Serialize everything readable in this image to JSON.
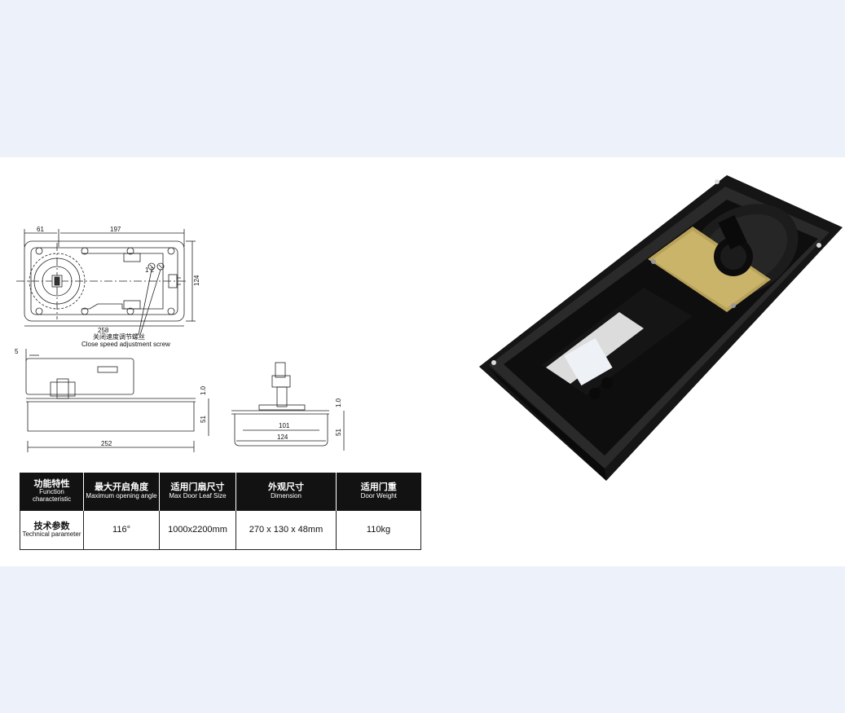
{
  "drawing": {
    "dim_top_left": "61",
    "dim_top_span": "197",
    "dim_height": "124",
    "dim_overall_length": "258",
    "screw_markers": "1 2",
    "callout_zh": "关闭速度调节螺丝",
    "callout_en": "Close speed adjustment screw",
    "dim_side_offset": "5",
    "dim_side_plate": "1.0",
    "dim_side_depth": "51",
    "dim_side_length": "252",
    "dim_end_plate": "1.0",
    "dim_end_inner": "101",
    "dim_end_outer": "124",
    "dim_end_depth": "51"
  },
  "table": {
    "headers": [
      {
        "zh": "功能特性",
        "en": "Function characteristic"
      },
      {
        "zh": "最大开启角度",
        "en": "Maximum opening angle"
      },
      {
        "zh": "适用门扇尺寸",
        "en": "Max Door Leaf Size"
      },
      {
        "zh": "外观尺寸",
        "en": "Dimension"
      },
      {
        "zh": "适用门重",
        "en": "Door Weight"
      }
    ],
    "row": {
      "label_zh": "技术参数",
      "label_en": "Technical parameter",
      "values": [
        "116°",
        "1000x2200mm",
        "270 x 130 x 48mm",
        "110kg"
      ]
    }
  },
  "colors": {
    "page_background": "#edf1fa",
    "panel_background": "#ffffff",
    "table_header": "#121212"
  }
}
